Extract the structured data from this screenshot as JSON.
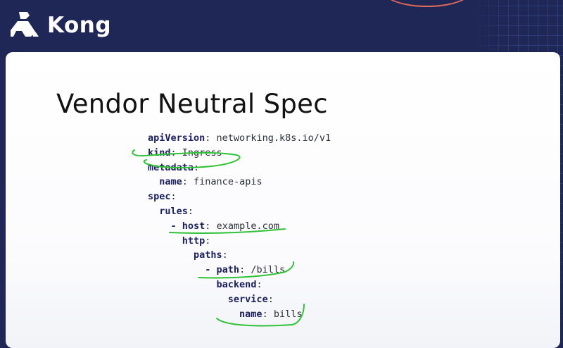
{
  "brand": {
    "name": "Kong"
  },
  "slide": {
    "title": "Vendor Neutral Spec",
    "code": [
      {
        "indent": 0,
        "key": "apiVersion",
        "value": "networking.k8s.io/v1"
      },
      {
        "indent": 0,
        "key": "kind",
        "value": "Ingress"
      },
      {
        "indent": 0,
        "key": "metadata",
        "value": ""
      },
      {
        "indent": 2,
        "key": "name",
        "value": "finance-apis"
      },
      {
        "indent": 0,
        "key": "spec",
        "value": ""
      },
      {
        "indent": 2,
        "key": "rules",
        "value": ""
      },
      {
        "indent": 4,
        "dash": true,
        "key": "host",
        "value": "example.com"
      },
      {
        "indent": 6,
        "key": "http",
        "value": ""
      },
      {
        "indent": 8,
        "key": "paths",
        "value": ""
      },
      {
        "indent": 10,
        "dash": true,
        "key": "path",
        "value": "/bills"
      },
      {
        "indent": 12,
        "key": "backend",
        "value": ""
      },
      {
        "indent": 14,
        "key": "service",
        "value": ""
      },
      {
        "indent": 16,
        "key": "name",
        "value": "bills"
      }
    ]
  },
  "colors": {
    "background": "#1f2757",
    "annotation": "#2fc236",
    "accent_arc": "#e06a5a"
  }
}
